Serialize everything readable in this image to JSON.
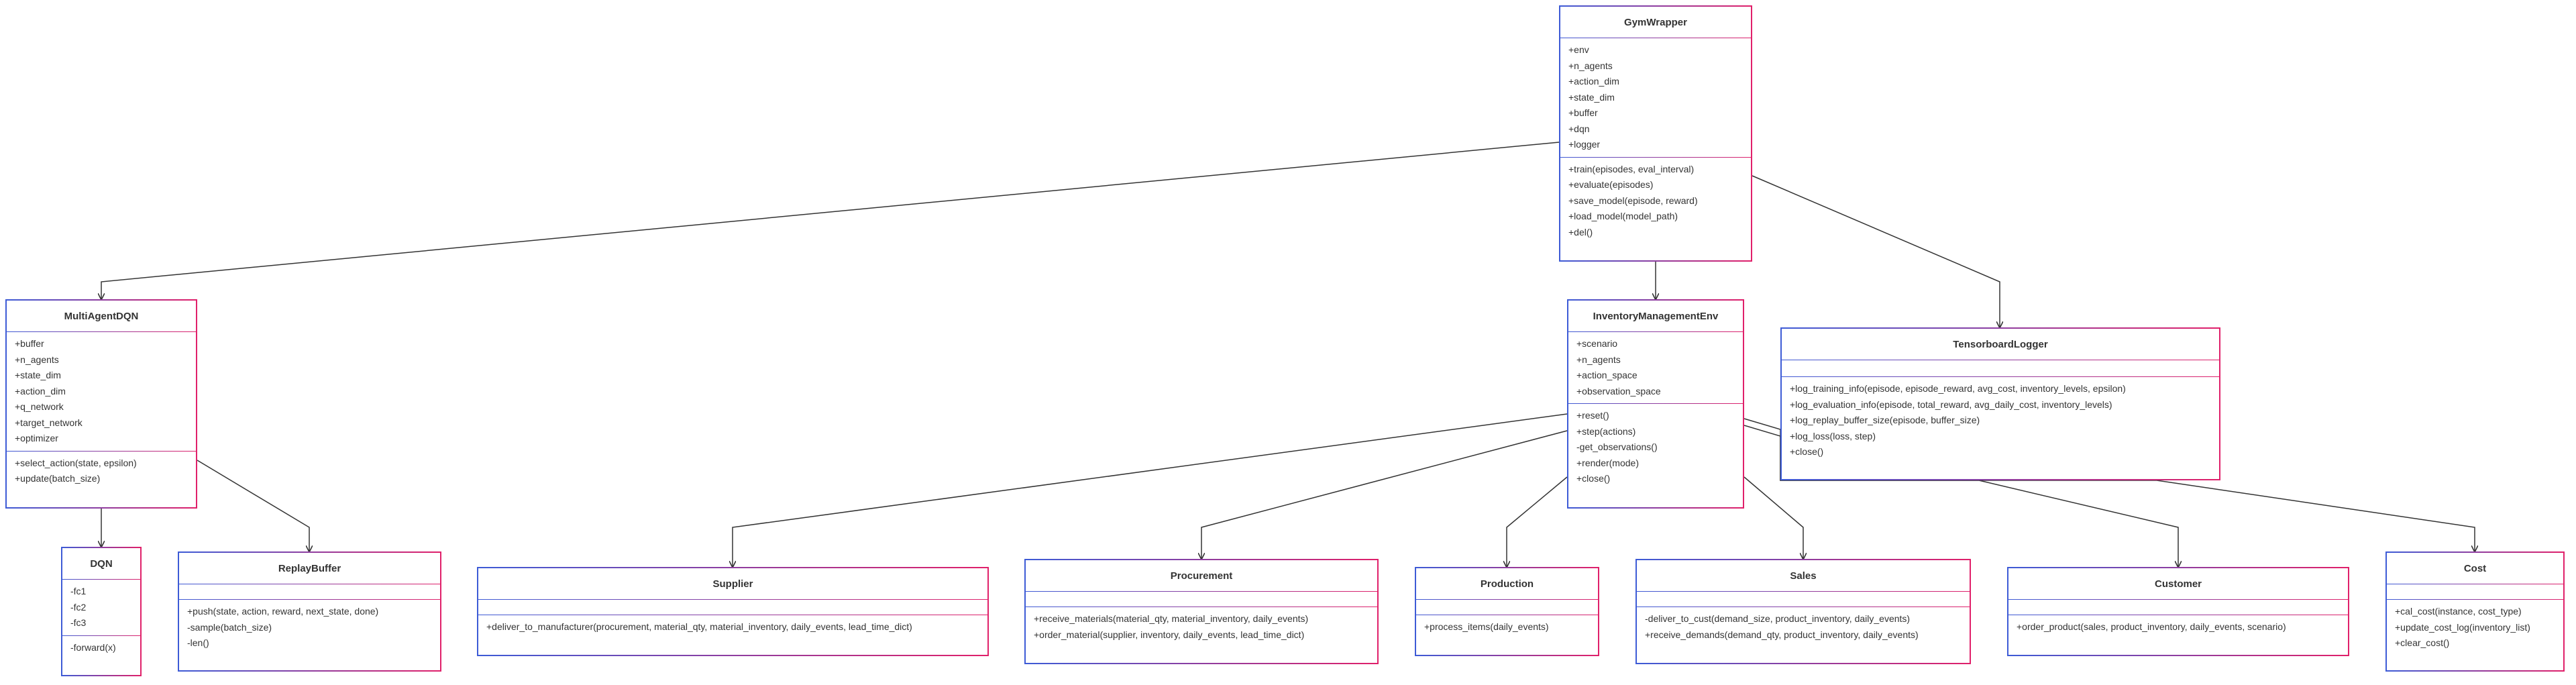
{
  "classes": {
    "gym_wrapper": {
      "name": "GymWrapper",
      "attributes": [
        "+env",
        "+n_agents",
        "+action_dim",
        "+state_dim",
        "+buffer",
        "+dqn",
        "+logger"
      ],
      "methods": [
        "+train(episodes, eval_interval)",
        "+evaluate(episodes)",
        "+save_model(episode, reward)",
        "+load_model(model_path)",
        "+del()"
      ]
    },
    "multi_agent_dqn": {
      "name": "MultiAgentDQN",
      "attributes": [
        "+buffer",
        "+n_agents",
        "+state_dim",
        "+action_dim",
        "+q_network",
        "+target_network",
        "+optimizer"
      ],
      "methods": [
        "+select_action(state, epsilon)",
        "+update(batch_size)"
      ]
    },
    "inventory_env": {
      "name": "InventoryManagementEnv",
      "attributes": [
        "+scenario",
        "+n_agents",
        "+action_space",
        "+observation_space"
      ],
      "methods": [
        "+reset()",
        "+step(actions)",
        "-get_observations()",
        "+render(mode)",
        "+close()"
      ]
    },
    "tensorboard_logger": {
      "name": "TensorboardLogger",
      "attributes": [],
      "methods": [
        "+log_training_info(episode, episode_reward, avg_cost, inventory_levels, epsilon)",
        "+log_evaluation_info(episode, total_reward, avg_daily_cost, inventory_levels)",
        "+log_replay_buffer_size(episode, buffer_size)",
        "+log_loss(loss, step)",
        "+close()"
      ]
    },
    "dqn": {
      "name": "DQN",
      "attributes": [
        "-fc1",
        "-fc2",
        "-fc3"
      ],
      "methods": [
        "-forward(x)"
      ]
    },
    "replay_buffer": {
      "name": "ReplayBuffer",
      "attributes": [],
      "methods": [
        "+push(state, action, reward, next_state, done)",
        "-sample(batch_size)",
        "-len()"
      ]
    },
    "supplier": {
      "name": "Supplier",
      "attributes": [],
      "methods": [
        "+deliver_to_manufacturer(procurement, material_qty, material_inventory, daily_events, lead_time_dict)"
      ]
    },
    "procurement": {
      "name": "Procurement",
      "attributes": [],
      "methods": [
        "+receive_materials(material_qty, material_inventory, daily_events)",
        "+order_material(supplier, inventory, daily_events, lead_time_dict)"
      ]
    },
    "production": {
      "name": "Production",
      "attributes": [],
      "methods": [
        "+process_items(daily_events)"
      ]
    },
    "sales": {
      "name": "Sales",
      "attributes": [],
      "methods": [
        "-deliver_to_cust(demand_size, product_inventory, daily_events)",
        "+receive_demands(demand_qty, product_inventory, daily_events)"
      ]
    },
    "customer": {
      "name": "Customer",
      "attributes": [],
      "methods": [
        "+order_product(sales, product_inventory, daily_events, scenario)"
      ]
    },
    "cost": {
      "name": "Cost",
      "attributes": [],
      "methods": [
        "+cal_cost(instance, cost_type)",
        "+update_cost_log(inventory_list)",
        "+clear_cost()"
      ]
    }
  },
  "edges": [
    {
      "from": "gym_wrapper",
      "to": "multi_agent_dqn"
    },
    {
      "from": "gym_wrapper",
      "to": "inventory_env"
    },
    {
      "from": "gym_wrapper",
      "to": "tensorboard_logger"
    },
    {
      "from": "multi_agent_dqn",
      "to": "dqn"
    },
    {
      "from": "multi_agent_dqn",
      "to": "replay_buffer"
    },
    {
      "from": "inventory_env",
      "to": "supplier"
    },
    {
      "from": "inventory_env",
      "to": "procurement"
    },
    {
      "from": "inventory_env",
      "to": "production"
    },
    {
      "from": "inventory_env",
      "to": "sales"
    },
    {
      "from": "inventory_env",
      "to": "customer"
    },
    {
      "from": "inventory_env",
      "to": "cost"
    }
  ],
  "colors": {
    "border_start": "#3d5bd6",
    "border_end": "#e0206a",
    "edge": "#333333"
  }
}
